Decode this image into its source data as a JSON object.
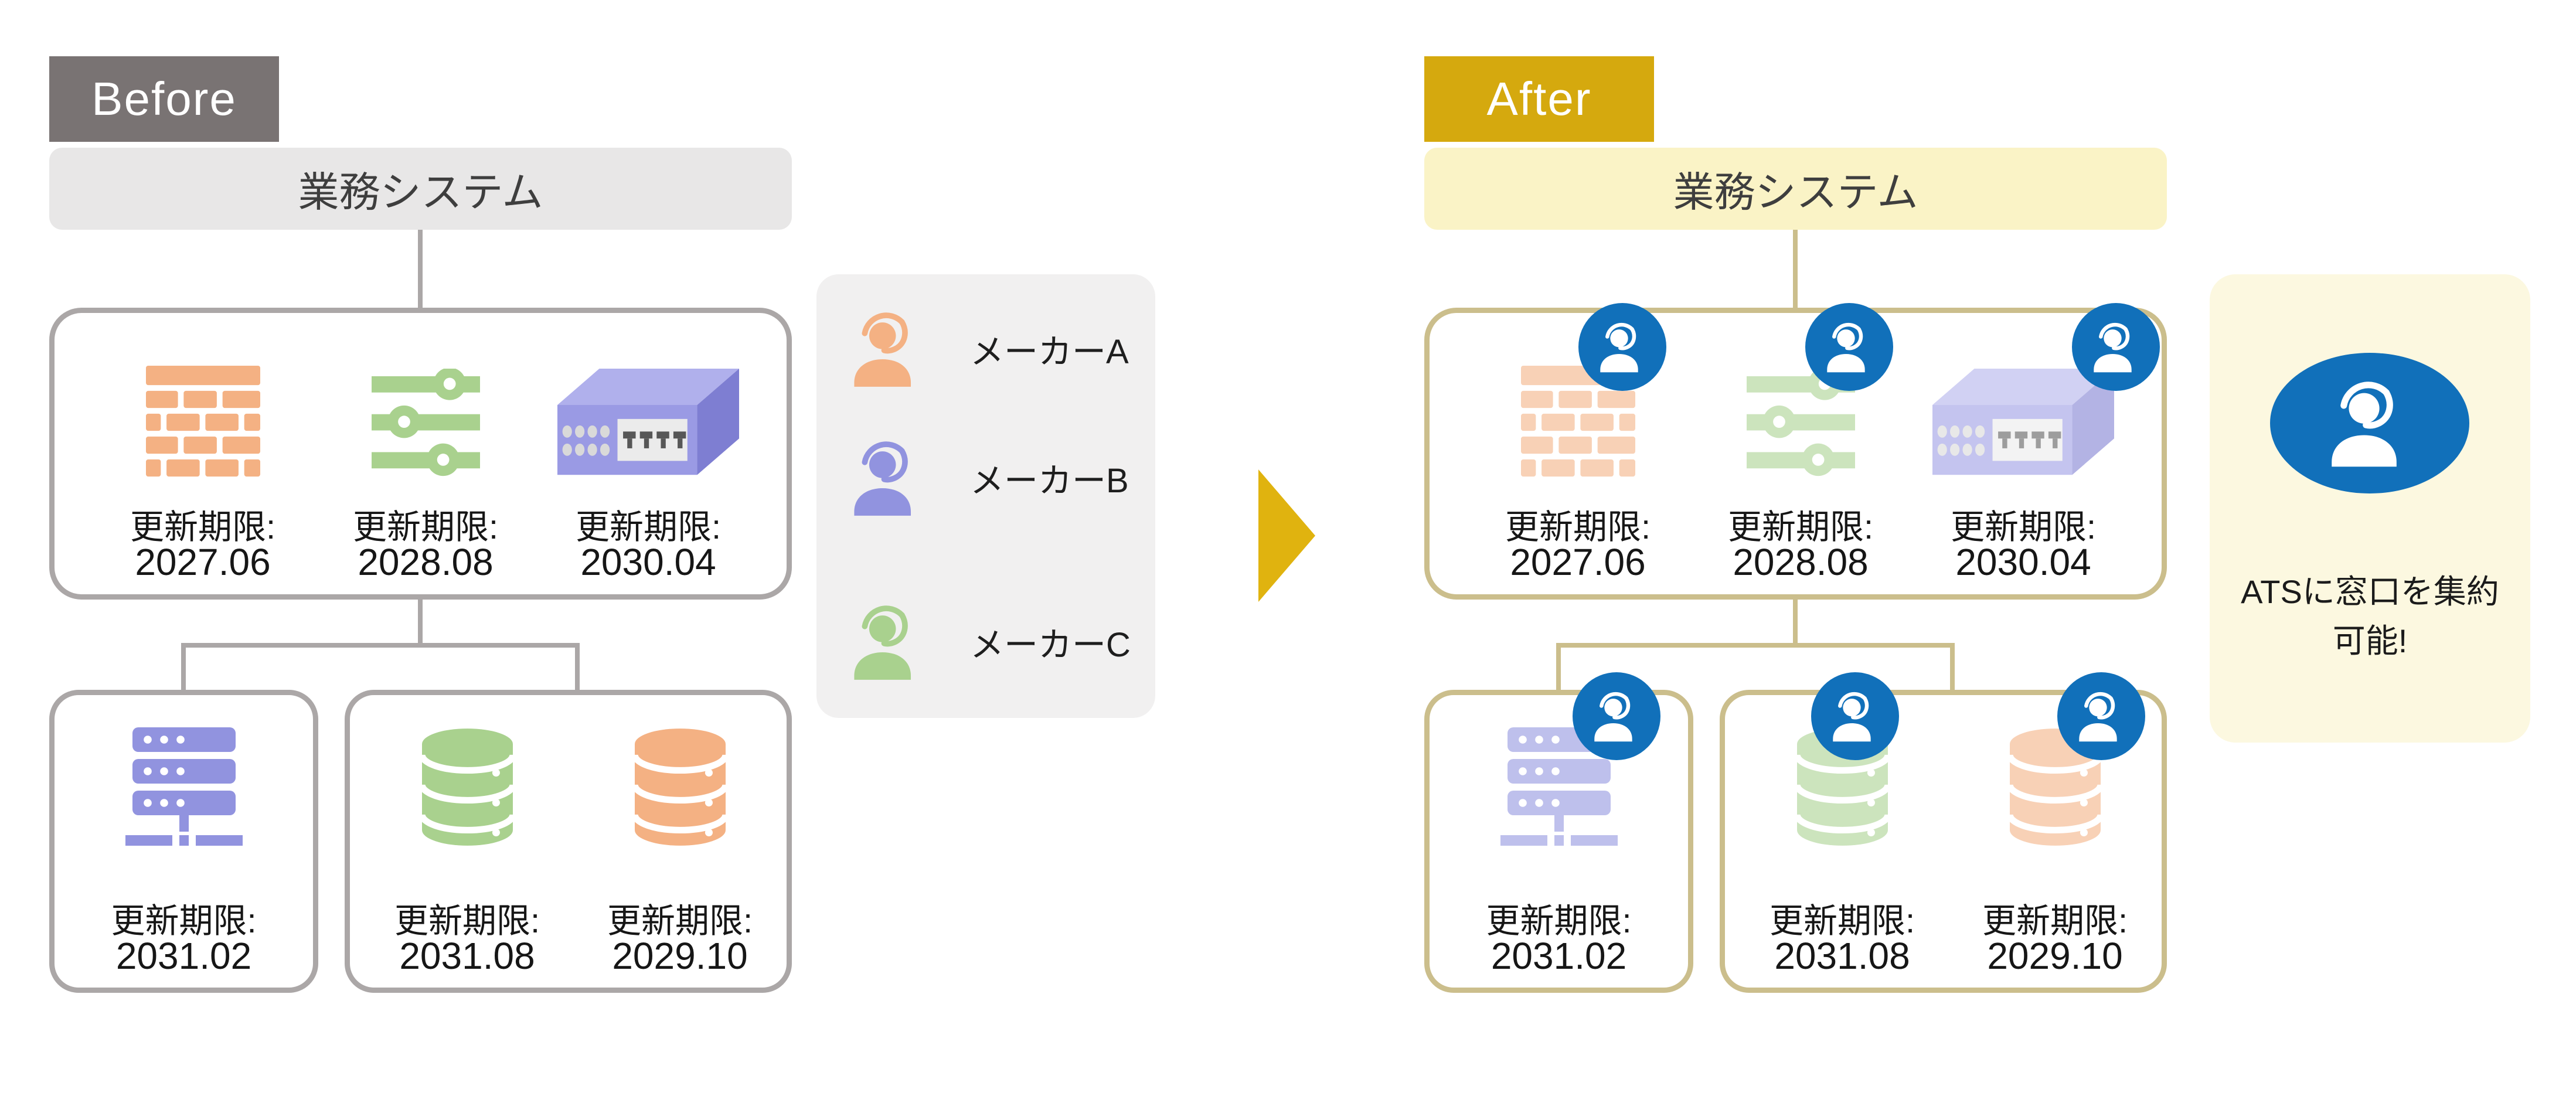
{
  "before": {
    "label": "Before",
    "header": "業務システム",
    "main_items": [
      {
        "icon": "firewall-icon",
        "deadline_label": "更新期限:",
        "deadline": "2027.06"
      },
      {
        "icon": "sliders-icon",
        "deadline_label": "更新期限:",
        "deadline": "2028.08"
      },
      {
        "icon": "network-switch-icon",
        "deadline_label": "更新期限:",
        "deadline": "2030.04"
      }
    ],
    "sub_left_items": [
      {
        "icon": "server-icon",
        "deadline_label": "更新期限:",
        "deadline": "2031.02"
      }
    ],
    "sub_right_items": [
      {
        "icon": "database-icon-green",
        "deadline_label": "更新期限:",
        "deadline": "2031.08"
      },
      {
        "icon": "database-icon-orange",
        "deadline_label": "更新期限:",
        "deadline": "2029.10"
      }
    ]
  },
  "legend": {
    "items": [
      {
        "icon": "support-agent-icon",
        "color": "#F4B183",
        "label": "メーカーA"
      },
      {
        "icon": "support-agent-icon",
        "color": "#9193DF",
        "label": "メーカーB"
      },
      {
        "icon": "support-agent-icon",
        "color": "#A9D18E",
        "label": "メーカーC"
      }
    ]
  },
  "after": {
    "label": "After",
    "header": "業務システム",
    "main_items": [
      {
        "icon": "firewall-icon",
        "deadline_label": "更新期限:",
        "deadline": "2027.06"
      },
      {
        "icon": "sliders-icon",
        "deadline_label": "更新期限:",
        "deadline": "2028.08"
      },
      {
        "icon": "network-switch-icon",
        "deadline_label": "更新期限:",
        "deadline": "2030.04"
      }
    ],
    "sub_left_items": [
      {
        "icon": "server-icon",
        "deadline_label": "更新期限:",
        "deadline": "2031.02"
      }
    ],
    "sub_right_items": [
      {
        "icon": "database-icon-green",
        "deadline_label": "更新期限:",
        "deadline": "2031.08"
      },
      {
        "icon": "database-icon-orange",
        "deadline_label": "更新期限:",
        "deadline": "2029.10"
      }
    ],
    "note_line1": "ATSに窓口を集約",
    "note_line2": "可能!"
  },
  "colors": {
    "before_accent": "#797373",
    "after_accent": "#D5A90E",
    "arrow": "#E0B30F",
    "gray_border": "#ABA7A7",
    "tan_border": "#CBBE8C",
    "support_blue": "#1170BA",
    "orange": "#F4B183",
    "green": "#A9D18E",
    "purple": "#9193DF",
    "header_gray_bg": "#E8E7E7",
    "header_yellow_bg": "#FAF3C6",
    "legend_bg": "#F1F0F0",
    "ats_bg": "#FCF8E0"
  }
}
